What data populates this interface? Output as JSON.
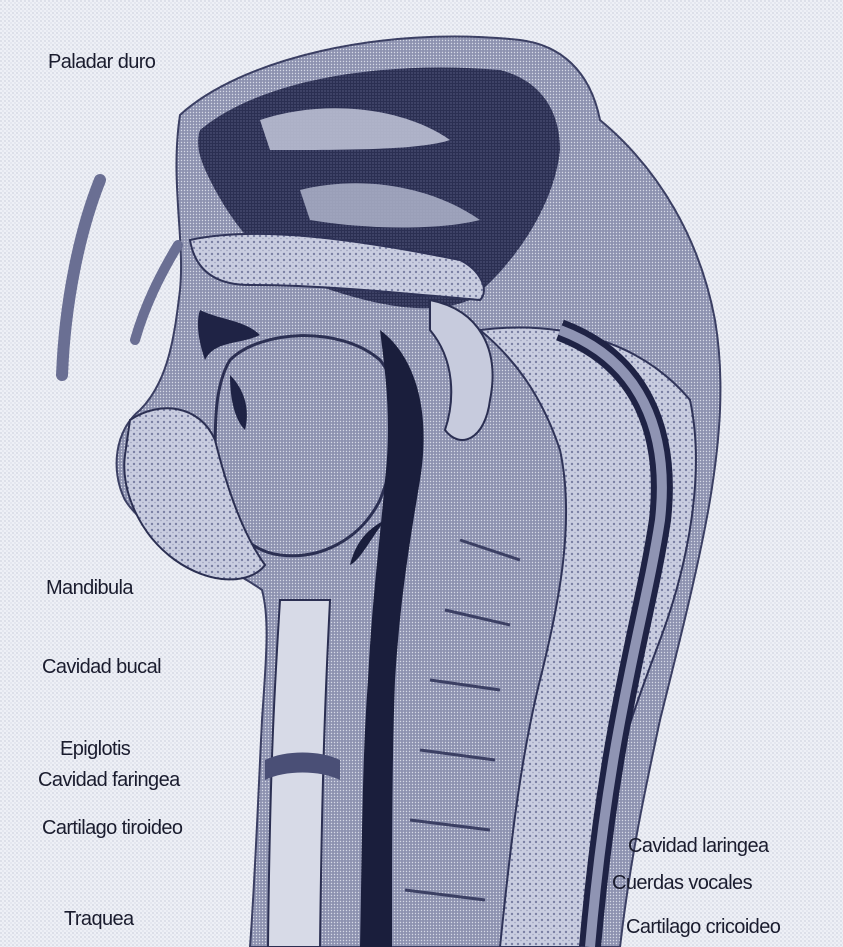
{
  "labels": {
    "paladar_duro": "Paladar duro",
    "mandibula": "Mandibula",
    "cavidad_bucal": "Cavidad bucal",
    "epiglotis": "Epiglotis",
    "cavidad_faringea": "Cavidad faringea",
    "cartilago_tiroideo": "Cartilago tiroideo",
    "traquea": "Traquea",
    "cavidad_laringea": "Cavidad laringea",
    "cuerdas_vocales": "Cuerdas vocales",
    "cartilago_cricoideo": "Cartilago cricoideo"
  }
}
